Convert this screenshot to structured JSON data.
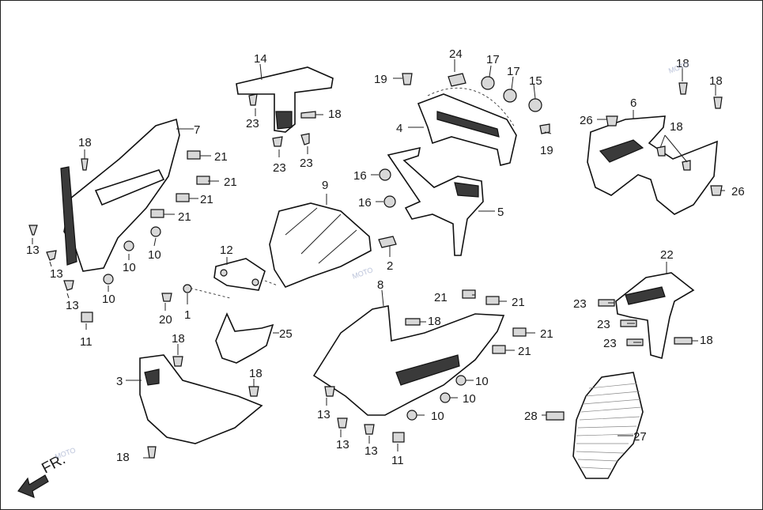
{
  "direction_label": "FR.",
  "watermark": "MOTO",
  "labels": [
    "14",
    "24",
    "17",
    "17",
    "15",
    "19",
    "18",
    "23",
    "23",
    "23",
    "18",
    "18",
    "4",
    "19",
    "7",
    "6",
    "26",
    "18",
    "26",
    "18",
    "21",
    "21",
    "21",
    "21",
    "16",
    "16",
    "9",
    "5",
    "13",
    "13",
    "13",
    "10",
    "10",
    "10",
    "12",
    "2",
    "20",
    "1",
    "11",
    "22",
    "23",
    "23",
    "23",
    "18",
    "8",
    "21",
    "21",
    "21",
    "21",
    "18",
    "25",
    "3",
    "18",
    "18",
    "10",
    "10",
    "10",
    "13",
    "13",
    "13",
    "11",
    "18",
    "28",
    "27"
  ]
}
